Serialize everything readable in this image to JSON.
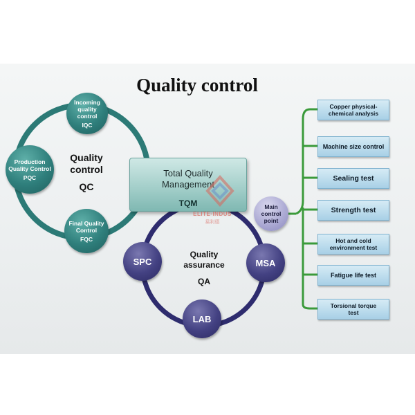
{
  "title": "Quality control",
  "qc": {
    "center_line1": "Quality",
    "center_line2": "control",
    "abbr": "QC",
    "nodes": [
      {
        "label": "Incoming quality control",
        "abbr": "IQC"
      },
      {
        "label": "Production Quality Control",
        "abbr": "PQC"
      },
      {
        "label": "Final Quality Control",
        "abbr": "FQC"
      }
    ]
  },
  "tqm": {
    "line1": "Total Quality",
    "line2": "Management",
    "abbr": "TQM"
  },
  "qa": {
    "center_line1": "Quality",
    "center_line2": "assurance",
    "abbr": "QA",
    "nodes": [
      "SPC",
      "MSA",
      "LAB"
    ]
  },
  "main_control_point": "Main control point",
  "tests": [
    "Copper physical-chemical analysis",
    "Machine size control",
    "Sealing test",
    "Strength test",
    "Hot and cold environment test",
    "Fatigue life test",
    "Torsional torque test"
  ],
  "watermark": {
    "text": "ELITE·INDUS",
    "cn": "易利德"
  },
  "colors": {
    "qc_ring": "#2c7a76",
    "qa_ring": "#2e2c6e",
    "bracket": "#3a9a3a",
    "test_box": "#a8d0e6"
  }
}
